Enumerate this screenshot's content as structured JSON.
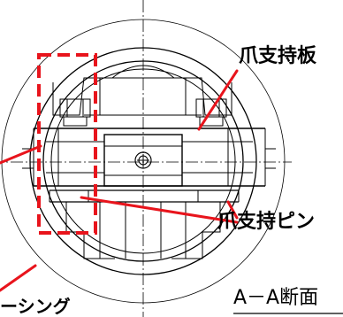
{
  "labels": {
    "plate": "爪支持板",
    "pin": "爪支持ピン",
    "casing": "ーシング",
    "section": "A－A断面"
  },
  "colors": {
    "line": "#000000",
    "accent": "#e8141c",
    "background": "#ffffff"
  }
}
